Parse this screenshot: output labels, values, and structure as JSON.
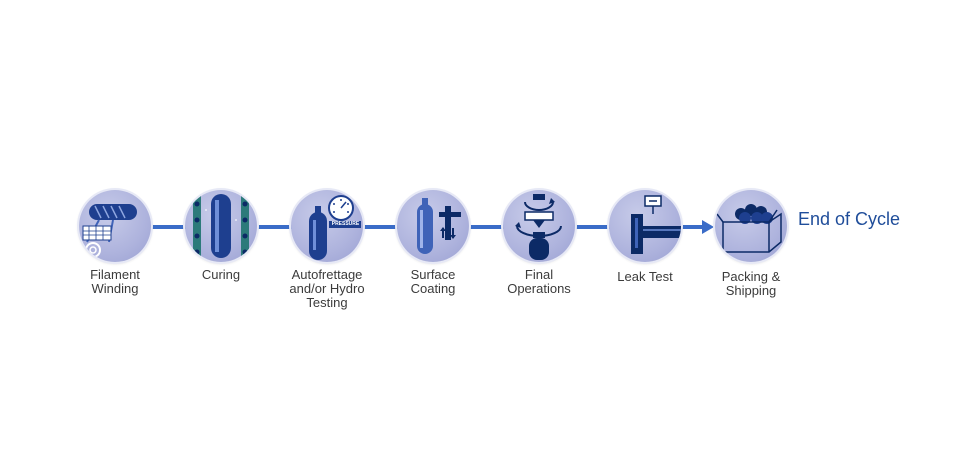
{
  "steps": [
    {
      "id": "filament-winding",
      "lines": [
        "Filament",
        "Winding"
      ],
      "icon": "filament-winding-icon"
    },
    {
      "id": "curing",
      "lines": [
        "Curing"
      ],
      "icon": "curing-oven-icon"
    },
    {
      "id": "autofrettage",
      "lines": [
        "Autofrettage",
        "and/or Hydro",
        "Testing"
      ],
      "icon": "pressure-gauge-icon",
      "icon_text": "PRESSURE"
    },
    {
      "id": "surface-coating",
      "lines": [
        "Surface",
        "Coating"
      ],
      "icon": "coating-cylinder-icon"
    },
    {
      "id": "final-operations",
      "lines": [
        "Final",
        "Operations"
      ],
      "icon": "machining-tool-icon"
    },
    {
      "id": "leak-test",
      "lines": [
        "Leak Test"
      ],
      "icon": "leak-test-rig-icon"
    },
    {
      "id": "packing-shipping",
      "lines": [
        "Packing &",
        "Shipping"
      ],
      "icon": "shipping-box-icon"
    }
  ],
  "end_label": "End of Cycle",
  "colors": {
    "connector": "#3a6cc8",
    "icon_dark": "#1e3f8f",
    "icon_mid": "#3f63b8",
    "circle": "#aeb3dd",
    "end_text": "#1f4d9a"
  }
}
